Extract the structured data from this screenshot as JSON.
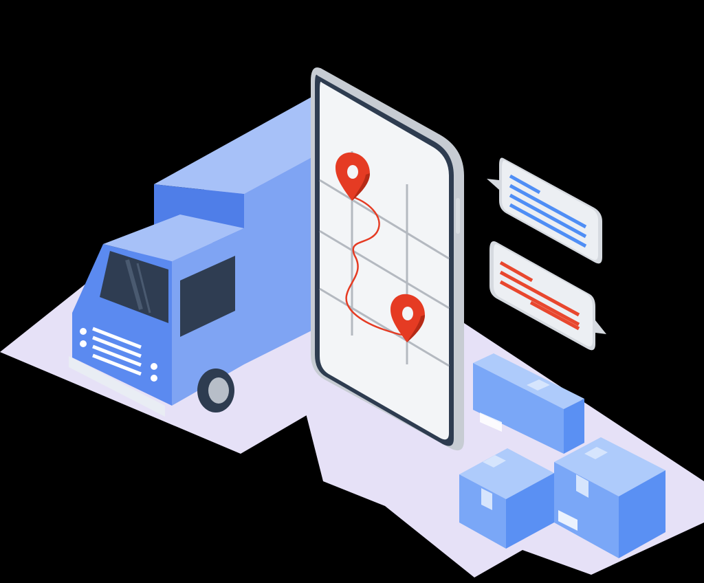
{
  "scene": {
    "subject": "delivery-tracking-illustration",
    "elements": [
      "ground-platform",
      "delivery-truck",
      "smartphone-map",
      "origin-pin-icon",
      "destination-pin-icon",
      "route-line",
      "message-bubble-blue",
      "message-bubble-red",
      "package-box"
    ],
    "package_count": 3,
    "pin_count": 2
  },
  "colors": {
    "background": "#000000",
    "floor": "#e6e1f7",
    "floor_edge": "#c9c2e6",
    "truck_light": "#a7c1f8",
    "truck_mid": "#7fa4f3",
    "truck_dark": "#4f7ee8",
    "truck_cab": "#5b8af0",
    "window": "#2f3d52",
    "phone_frame": "#c7ccd3",
    "phone_bezel": "#2e3c50",
    "phone_screen": "#f3f5f7",
    "map_grid": "#b4b9c0",
    "pin": "#e53b23",
    "pin_dark": "#b52a16",
    "bubble": "#eceff3",
    "bubble_blue_lines": "#4f8ef5",
    "bubble_red_lines": "#e8472e",
    "box_top": "#aecbfb",
    "box_left": "#7aa7f7",
    "box_right": "#5a90f3"
  }
}
